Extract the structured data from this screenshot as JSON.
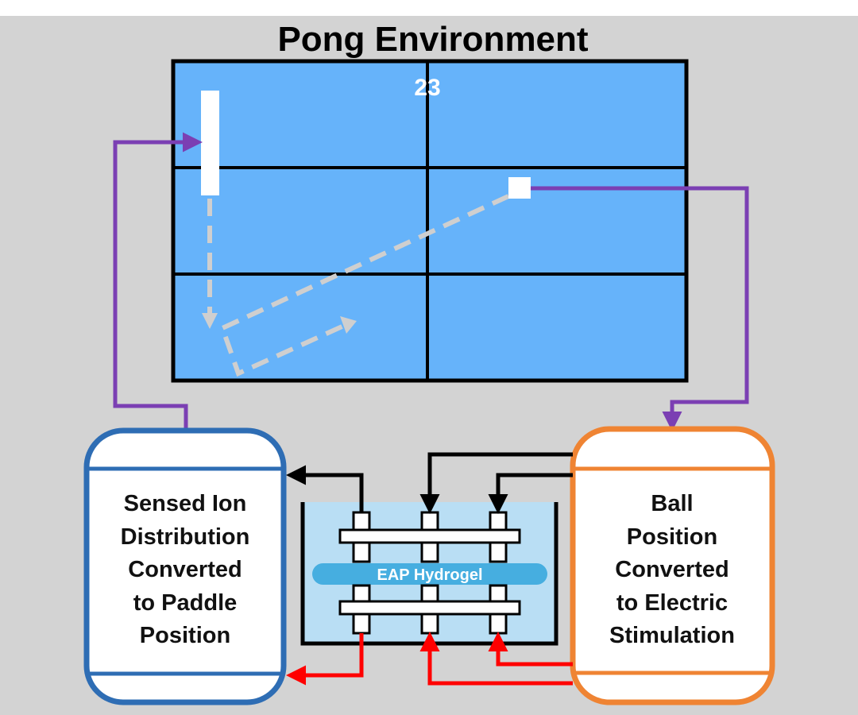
{
  "diagram": {
    "title": "Pong Environment",
    "score": "23",
    "hydrogel_label": "EAP Hydrogel",
    "left_box": {
      "lines": [
        "Sensed Ion",
        "Distribution",
        "Converted",
        "to Paddle",
        "Position"
      ]
    },
    "right_box": {
      "lines": [
        "Ball",
        "Position",
        "Converted",
        "to Electric",
        "Stimulation"
      ]
    }
  },
  "colors": {
    "background": "#d3d3d3",
    "field": "#66b3fa",
    "purple_arrow": "#7b3fb3",
    "red_arrow": "#ff0000",
    "left_box_border": "#2e6db4",
    "right_box_border": "#ef8433",
    "gel_bath": "#b9def4",
    "gel_strip": "#46aee0",
    "trajectory": "#cfcfcf"
  }
}
